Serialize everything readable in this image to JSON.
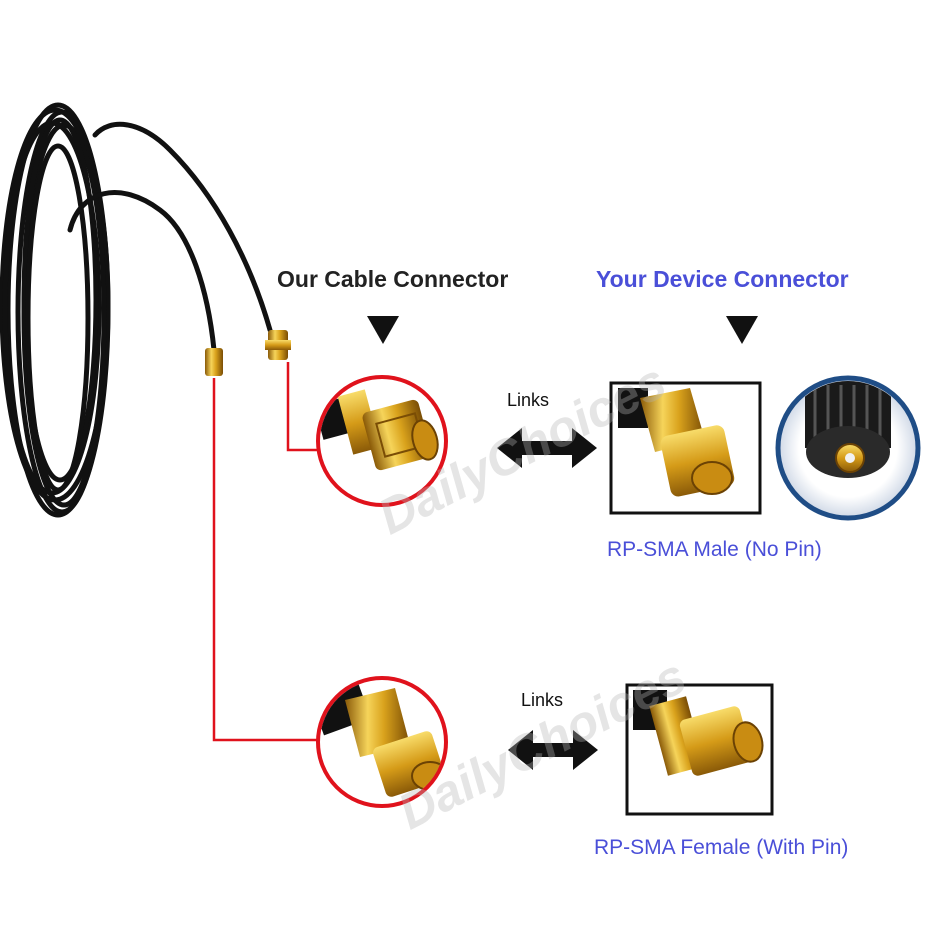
{
  "headers": {
    "our_connector": "Our Cable Connector",
    "your_connector": "Your Device Connector"
  },
  "links": {
    "top": "Links",
    "bottom": "Links"
  },
  "captions": {
    "male": "RP-SMA Male (No Pin)",
    "female": "RP-SMA Female (With Pin)"
  },
  "watermark": "DailyChoices",
  "colors": {
    "accent_blue": "#4a4fd8",
    "highlight_red": "#e0121c",
    "gold": "#d9a21c",
    "cable_black": "#111111",
    "device_navy": "#1f4d86"
  },
  "icons": [
    "arrow-down-icon",
    "double-arrow-icon"
  ]
}
